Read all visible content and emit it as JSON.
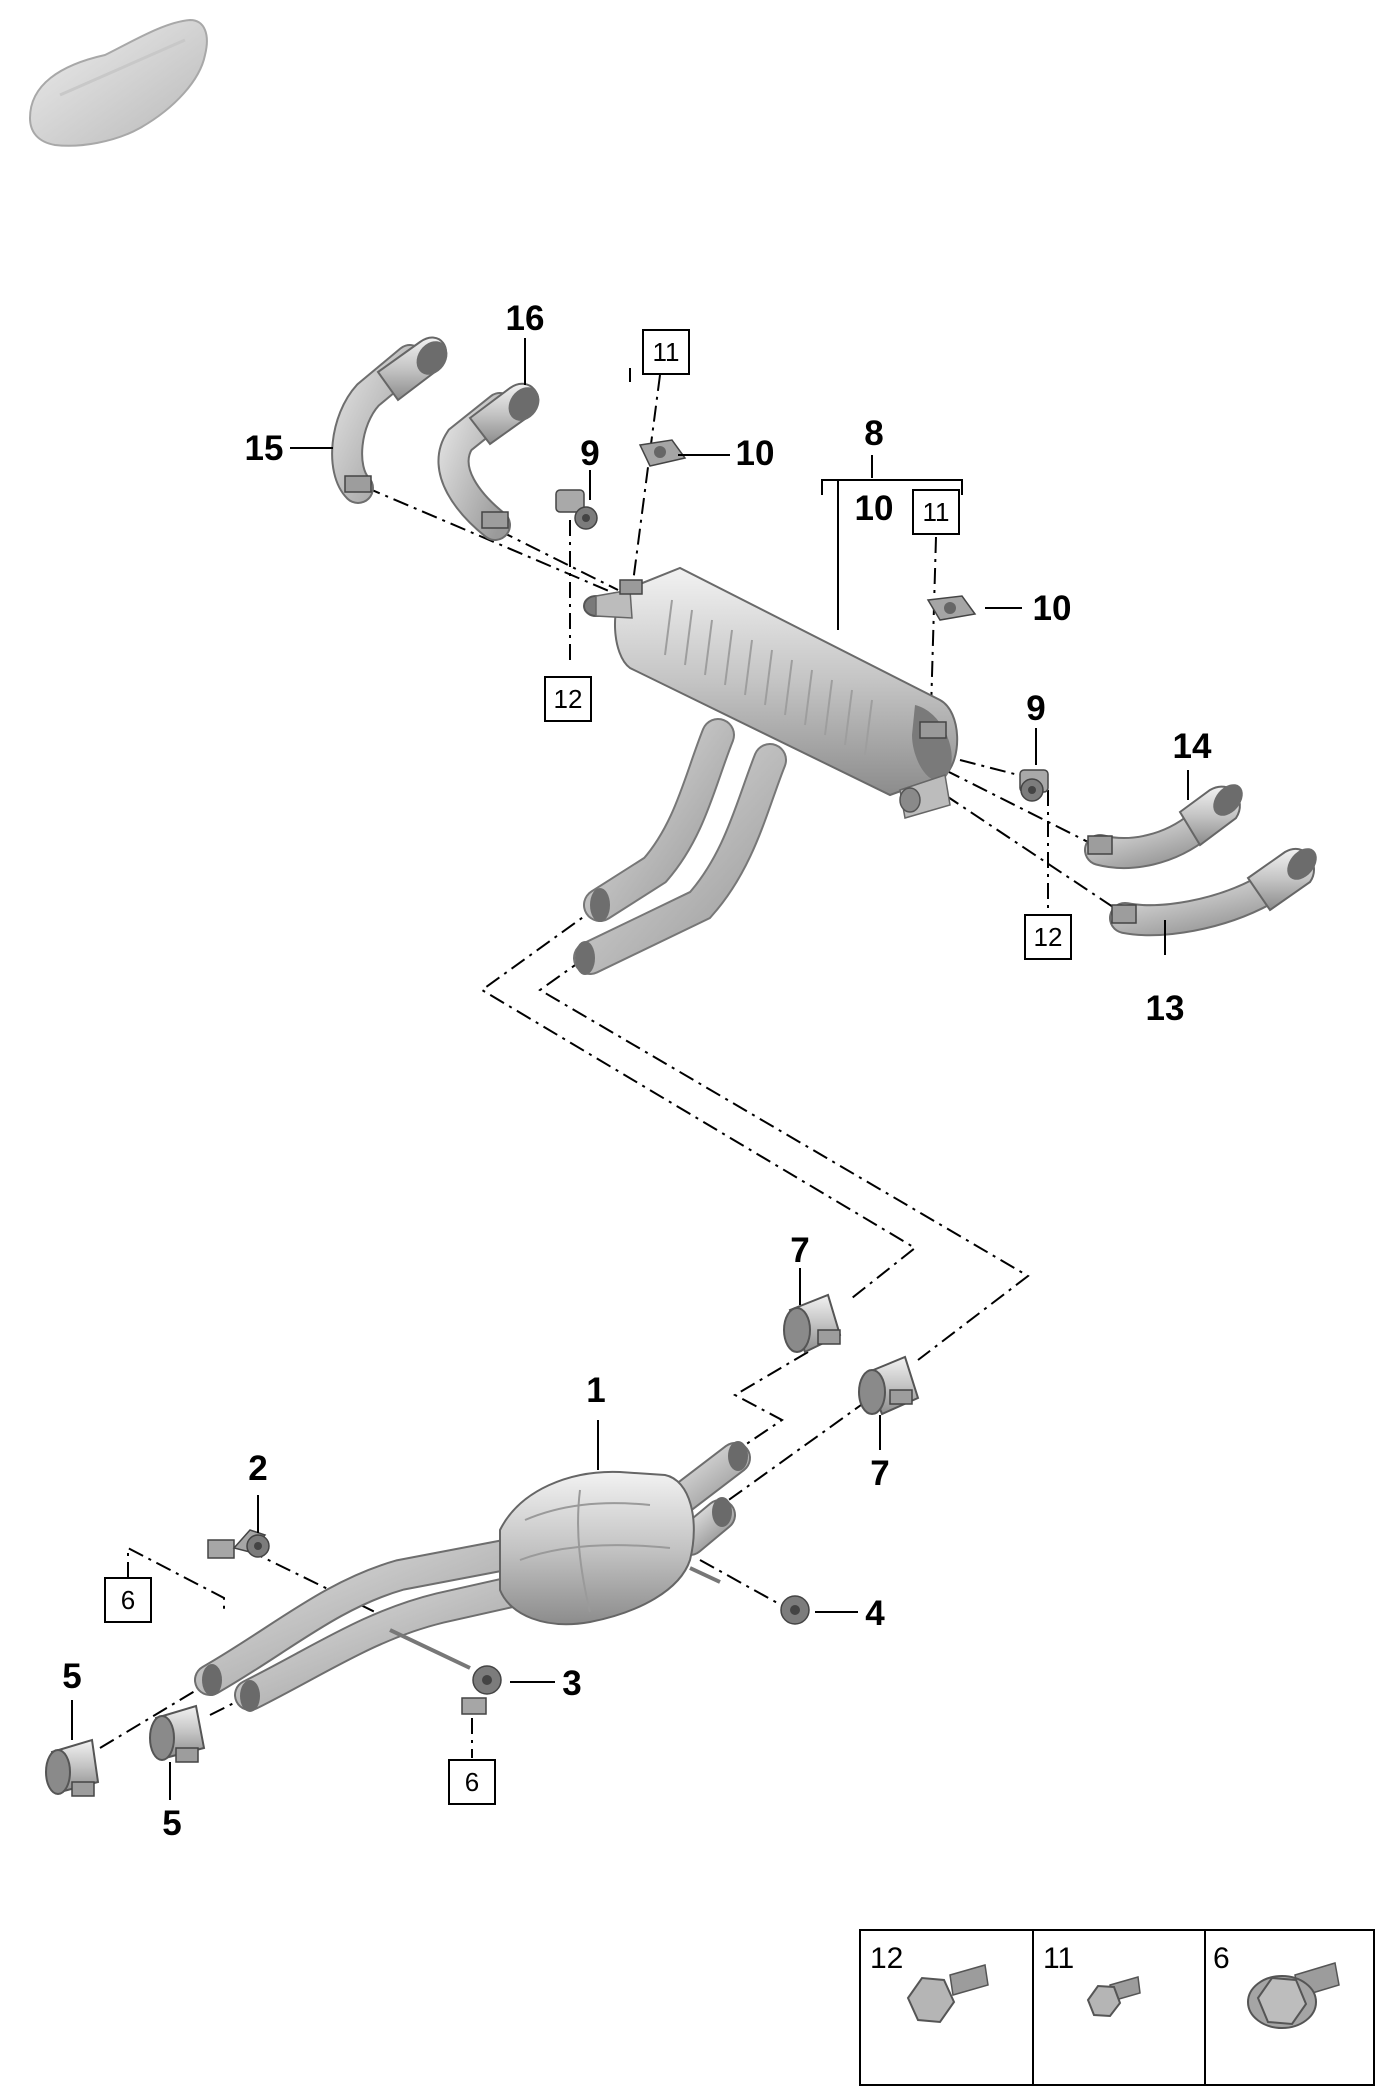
{
  "callouts": {
    "c1": "1",
    "c2": "2",
    "c3": "3",
    "c4": "4",
    "c5a": "5",
    "c5b": "5",
    "c7a": "7",
    "c7b": "7",
    "c8": "8",
    "c9a": "9",
    "c9b": "9",
    "c10a": "10",
    "c10b": "10",
    "c10c": "10",
    "c13": "13",
    "c14": "14",
    "c15": "15",
    "c16": "16"
  },
  "boxed_refs": {
    "b11a": "11",
    "b11b": "11",
    "b12a": "12",
    "b12b": "12",
    "b6a": "6",
    "b6b": "6"
  },
  "legend": {
    "cells": [
      {
        "number": "12",
        "icon": "hex-bolt-icon"
      },
      {
        "number": "11",
        "icon": "small-hex-bolt-icon"
      },
      {
        "number": "6",
        "icon": "flange-hex-bolt-icon"
      }
    ]
  },
  "colors": {
    "metal_light": "#e4e4e4",
    "metal_mid": "#bdbdbd",
    "metal_dark": "#8a8a8a",
    "line": "#000000"
  }
}
